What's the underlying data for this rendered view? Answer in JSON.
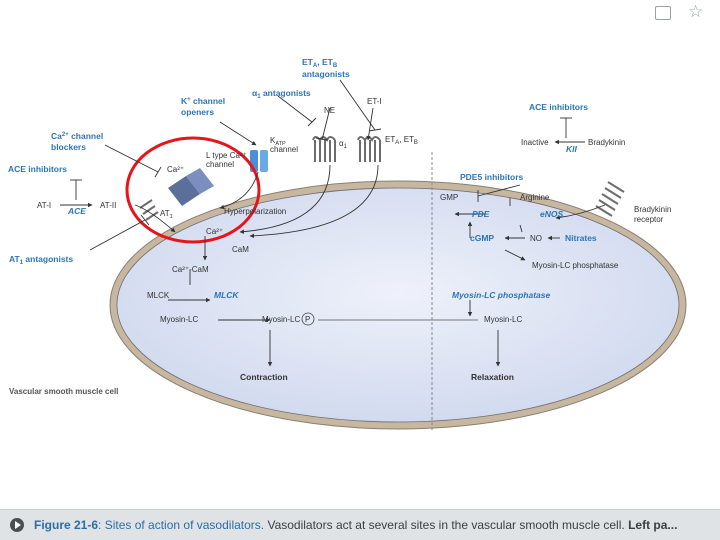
{
  "toolbar": {
    "note_icon": "comment-icon",
    "star_icon": "star-icon",
    "star_glyph": "☆"
  },
  "diagram": {
    "cell_label": "Vascular smooth muscle cell",
    "et_antagonists": [
      "ET",
      "A",
      ", ET",
      "B"
    ],
    "et_antagonists_2": "antagonists",
    "alpha_antagonists": [
      "α",
      "1",
      " antagonists"
    ],
    "k_openers": [
      "K",
      "+",
      " channel"
    ],
    "k_openers_2": "openers",
    "ca_blockers": [
      "Ca",
      "2+",
      " channel"
    ],
    "ca_blockers_2": "blockers",
    "ace_inhibitors_left": "ACE inhibitors",
    "ace_inhibitors_right": "ACE inhibitors",
    "ne": "NE",
    "et1": "ET-I",
    "alpha1": [
      "α",
      "1"
    ],
    "et_receptors": [
      "ET",
      "A",
      ", ET",
      "B"
    ],
    "katp": [
      "K",
      "ATP"
    ],
    "katp_2": "channel",
    "ca2_channel": "Ca²⁺",
    "l_type": "L type Ca²⁺",
    "l_type_2": "channel",
    "at1_left": "AT-I",
    "ace_left": "ACE",
    "at2": "AT-II",
    "at1_receptor": [
      "AT",
      "1"
    ],
    "hyperpolarization": "Hyperpolarization",
    "ca_inside": "Ca²⁺",
    "cam": "CaM",
    "ca_cam": "Ca²⁺-CaM",
    "mlck_plain": "MLCK",
    "mlck_italic": "MLCK",
    "myosin_lc_1": "Myosin-LC",
    "myosin_lc_2": "Myosin-LC",
    "phospho": "P",
    "contraction": "Contraction",
    "at1_antagonists": [
      "AT",
      "1",
      " antagonists"
    ],
    "inactive": "Inactive",
    "kii": "KII",
    "bradykinin": "Bradykinin",
    "pde5_inhibitors": "PDE5 inhibitors",
    "gmp": "GMP",
    "arginine": "Arginine",
    "pde": "PDE",
    "enos": "eNOS",
    "bradykinin_receptor": "Bradykinin",
    "bradykinin_receptor_2": "receptor",
    "cgmp": "cGMP",
    "no": "NO",
    "nitrates": "Nitrates",
    "myosin_lc_phosphatase_plain": "Myosin-LC phosphatase",
    "myosin_lc_phosphatase_italic": "Myosin-LC phosphatase",
    "myosin_lc_3": "Myosin-LC",
    "relaxation": "Relaxation"
  },
  "caption": {
    "figure_num": "Figure 21-6",
    "title": ": Sites of action of vasodilators.",
    "body": " Vasodilators act at several sites in the vascular smooth muscle cell. ",
    "bold_tail": "Left pa..."
  },
  "colors": {
    "accent_blue": "#2e74b5",
    "highlight_red": "#e8141c",
    "cell_fill": "#dde3f3"
  }
}
